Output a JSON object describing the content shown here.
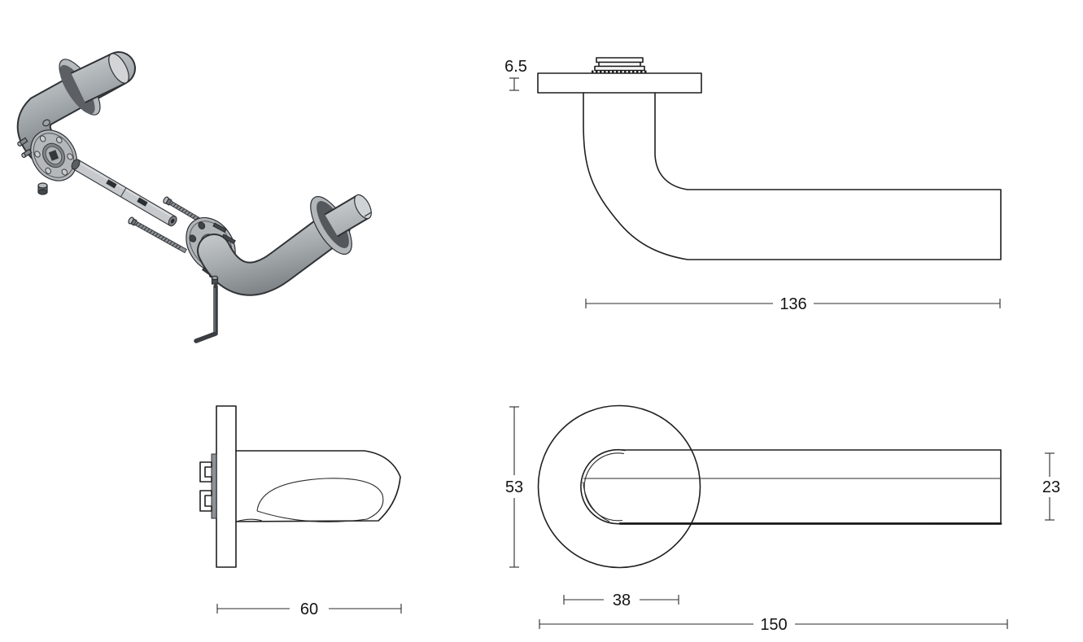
{
  "page": {
    "background": "#ffffff"
  },
  "dims": {
    "side": {
      "rose_thickness": "6.5",
      "lever_length": "136"
    },
    "plan": {
      "projection_depth": "60"
    },
    "front": {
      "rose_diameter": "53",
      "boss_diameter": "38",
      "overall_length": "150",
      "grip_height": "23"
    }
  },
  "colors": {
    "line": "#1f1f1f",
    "dimension_line": "#2b2b2b",
    "metal_light": "#d6d8da",
    "metal_mid": "#a9adb0",
    "metal_dark": "#63676b",
    "metal_shadow": "#4a4e52"
  }
}
